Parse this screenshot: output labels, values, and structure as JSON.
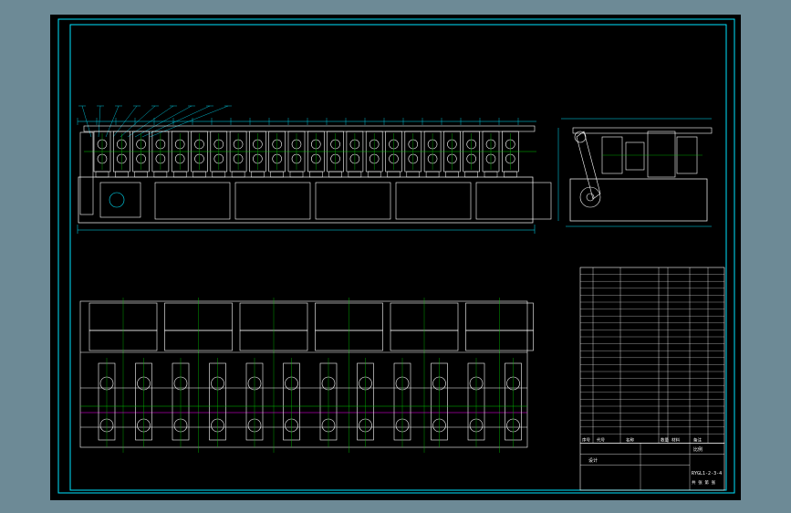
{
  "colors": {
    "backdrop": "#6d8a96",
    "sheet": "#000000",
    "frame": "#00e5ff",
    "geometry": "#ffffff",
    "centerline": "#00c800",
    "hidden": "#ff00ff",
    "dimension": "#00e5ff",
    "text": "#ffffff"
  },
  "title_block": {
    "designer_label": "设计",
    "scale_label": "比例",
    "drawing_number": "RYGL1-2-3-4",
    "sheet_label": "共  张 第  张"
  },
  "bom": {
    "rows": 24,
    "header_labels": [
      "序号",
      "代号",
      "名称",
      "数量",
      "材料",
      "备注"
    ]
  },
  "views": {
    "front_view": "front elevation of multi-stand roll forming line",
    "side_view": "side elevation with motor and belt drive",
    "top_view": "plan view of forming stands"
  }
}
